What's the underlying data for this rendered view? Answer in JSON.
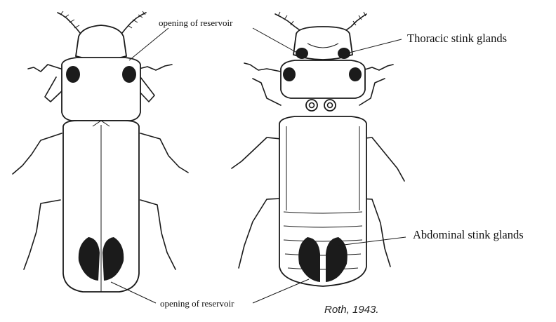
{
  "labels": {
    "opening_top": "opening of reservoir",
    "opening_bottom": "opening of reservoir",
    "thoracic": "Thoracic stink glands",
    "abdominal": "Abdominal stink glands",
    "citation": "Roth, 1943."
  },
  "colors": {
    "ink": "#1a1a1a",
    "background": "#ffffff"
  }
}
